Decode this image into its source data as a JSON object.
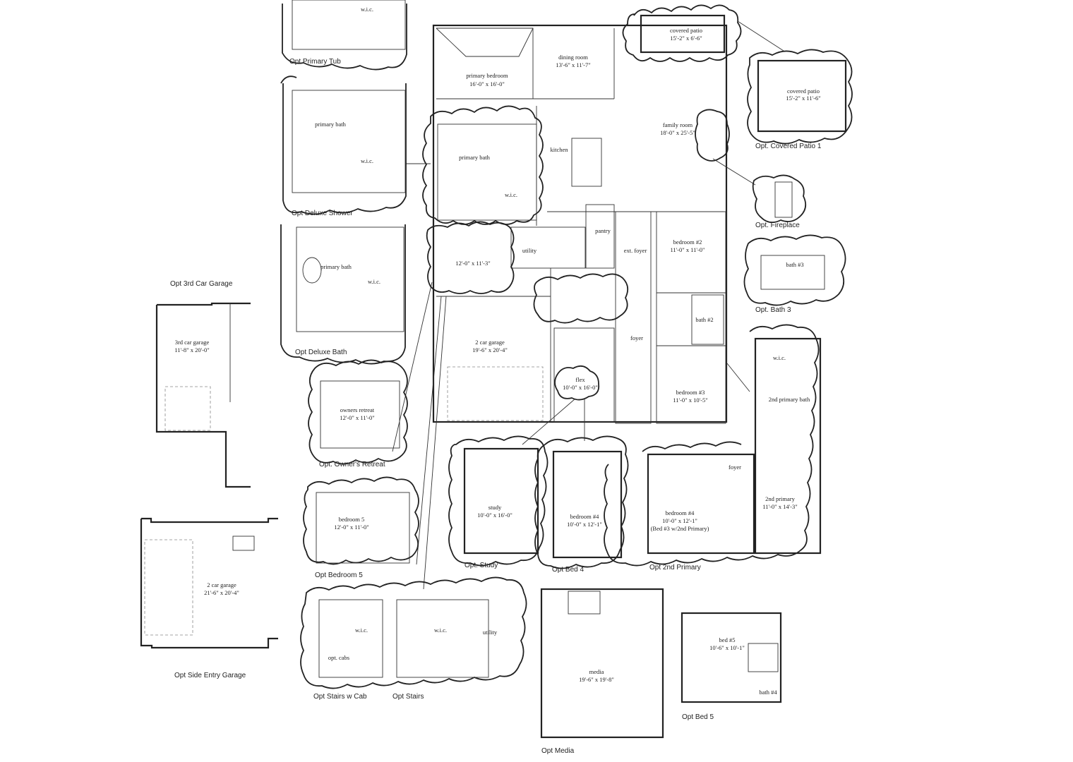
{
  "options": {
    "primary_tub": "Opt Primary Tub",
    "deluxe_shower": "Opt Deluxe Shower",
    "deluxe_bath": "Opt Deluxe Bath",
    "owners_retreat": "Opt. Owner's Retreat",
    "bedroom5": "Opt Bedroom 5",
    "stairs_cab": "Opt Stairs w Cab",
    "stairs": "Opt Stairs",
    "third_car": "Opt 3rd Car  Garage",
    "side_entry": "Opt Side Entry Garage",
    "covered_patio1": "Opt. Covered Patio 1",
    "fireplace": "Opt. Fireplace",
    "bath3": "Opt. Bath 3",
    "study": "Opt. Study",
    "bed4": "Opt Bed 4",
    "second_primary": "Opt 2nd Primary",
    "media": "Opt Media",
    "bed5": "Opt Bed 5"
  },
  "rooms": {
    "wic": "w.i.c.",
    "primary_bath": "primary bath",
    "primary_bedroom": "primary bedroom",
    "primary_bedroom_dim": "16'-0\" x 16'-0\"",
    "dining": "dining room",
    "dining_dim": "13'-6\" x 11'-7\"",
    "covered_patio": "covered patio",
    "covered_patio_dim": "15'-2\" x 6'-6\"",
    "covered_patio1_dim": "15'-2\" x 11'-6\"",
    "family": "family room",
    "family_dim": "18'-0\" x 25'-5\"",
    "kitchen": "kitchen",
    "utility": "utility",
    "pantry": "pantry",
    "ext_foyer": "ext. foyer",
    "foyer": "foyer",
    "retreat_dim": "12'-0\" x 11'-3\"",
    "garage": "2 car garage",
    "garage_dim": "19'-6\" x 20'-4\"",
    "bedroom2": "bedroom #2",
    "bedroom2_dim": "11'-0\" x 11'-0\"",
    "bath2": "bath #2",
    "bedroom3": "bedroom #3",
    "bedroom3_dim": "11'-0\" x 10'-5\"",
    "flex": "flex",
    "flex_dim": "10'-0\" x 16'-0\"",
    "bath3": "bath #3",
    "second_primary_bath": "2nd primary bath",
    "second_primary": "2nd primary",
    "second_primary_dim": "11'-0\" x 14'-3\"",
    "owners_retreat": "owners retreat",
    "owners_retreat_dim": "12'-0\" x 11'-0\"",
    "bedroom5": "bedroom 5",
    "bedroom5_dim": "12'-0\" x 11'-0\"",
    "third_garage": "3rd car garage",
    "third_garage_dim": "11'-8\" x 20'-0\"",
    "side_garage": "2 car garage",
    "side_garage_dim": "21'-6\" x 20'-4\"",
    "study": "study",
    "study_dim": "10'-0\" x 16'-0\"",
    "bedroom4": "bedroom #4",
    "bedroom4_dim": "10'-0\" x 12'-1\"",
    "bedroom4b": "bedroom #4",
    "bedroom4b_dim": "10'-0\" x 12'-1\"",
    "bedroom4b_note": "(Bed #3 w/2nd Primary)",
    "media": "media",
    "media_dim": "19'-6\" x 19'-8\"",
    "bed5": "bed #5",
    "bed5_dim": "10'-6\" x 10'-1\"",
    "bath4": "bath #4",
    "opt_cabs": "opt. cabs"
  },
  "colors": {
    "line": "#222222",
    "background": "#ffffff"
  }
}
